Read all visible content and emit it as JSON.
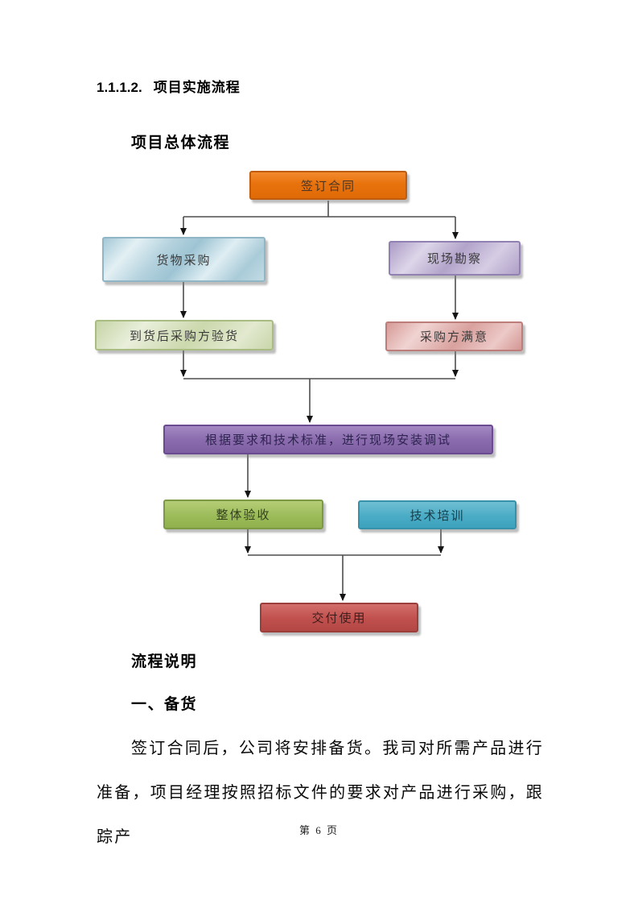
{
  "document": {
    "heading": {
      "number": "1.1.1.2.",
      "title": "项目实施流程"
    },
    "subheading": "项目总体流程",
    "sections": [
      {
        "heading": "流程说明"
      },
      {
        "heading": "一、备货",
        "paragraph": "签订合同后，公司将安排备货。我司对所需产品进行准备，项目经理按照招标文件的要求对产品进行采购，跟踪产"
      }
    ],
    "footer": {
      "page_label": "第 6 页",
      "page_number": "6"
    }
  },
  "flowchart": {
    "nodes": [
      {
        "id": "sign-contract",
        "label": "签订合同",
        "color": "#e8720c"
      },
      {
        "id": "goods-procurement",
        "label": "货物采购",
        "color": "#aecfdc"
      },
      {
        "id": "site-survey",
        "label": "现场勘察",
        "color": "#b3a3c9"
      },
      {
        "id": "buyer-inspection",
        "label": "到货后采购方验货",
        "color": "#cdd9ab"
      },
      {
        "id": "buyer-satisfied",
        "label": "采购方满意",
        "color": "#d99c99"
      },
      {
        "id": "install-debug",
        "label": "根据要求和技术标准，进行现场安装调试",
        "color": "#8868ab"
      },
      {
        "id": "overall-acceptance",
        "label": "整体验收",
        "color": "#9bbb59"
      },
      {
        "id": "technical-training",
        "label": "技术培训",
        "color": "#4bacc6"
      },
      {
        "id": "delivery",
        "label": "交付使用",
        "color": "#c0504d"
      }
    ],
    "edges": [
      {
        "from": "sign-contract",
        "to": "goods-procurement"
      },
      {
        "from": "sign-contract",
        "to": "site-survey"
      },
      {
        "from": "goods-procurement",
        "to": "buyer-inspection"
      },
      {
        "from": "site-survey",
        "to": "buyer-satisfied"
      },
      {
        "from": "buyer-inspection",
        "to": "install-debug"
      },
      {
        "from": "buyer-satisfied",
        "to": "install-debug"
      },
      {
        "from": "install-debug",
        "to": "overall-acceptance"
      },
      {
        "from": "overall-acceptance",
        "to": "delivery"
      },
      {
        "from": "technical-training",
        "to": "delivery"
      }
    ],
    "connector_color": "#4d4d4d",
    "arrowhead_color": "#141414"
  }
}
